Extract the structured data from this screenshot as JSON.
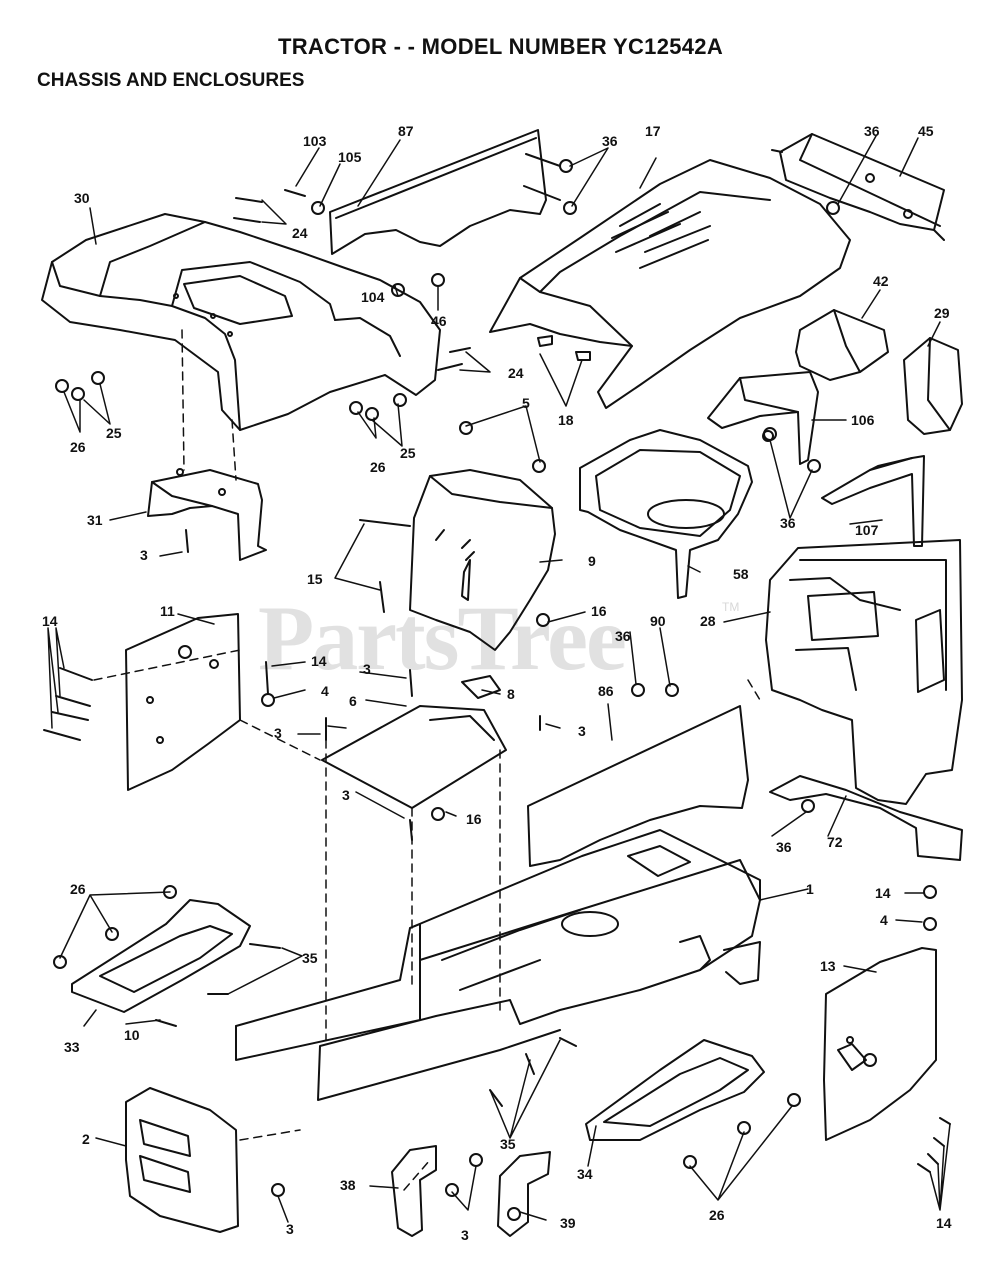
{
  "title": "TRACTOR - - MODEL NUMBER YC12542A",
  "subtitle": "CHASSIS AND ENCLOSURES",
  "watermark": "PartsTree",
  "watermark_tm": "TM",
  "callouts": [
    {
      "id": "c103",
      "text": "103"
    },
    {
      "id": "c87",
      "text": "87"
    },
    {
      "id": "c36a",
      "text": "36"
    },
    {
      "id": "c17",
      "text": "17"
    },
    {
      "id": "c36b",
      "text": "36"
    },
    {
      "id": "c45",
      "text": "45"
    },
    {
      "id": "c105",
      "text": "105"
    },
    {
      "id": "c30",
      "text": "30"
    },
    {
      "id": "c24a",
      "text": "24"
    },
    {
      "id": "c104",
      "text": "104"
    },
    {
      "id": "c46",
      "text": "46"
    },
    {
      "id": "c42",
      "text": "42"
    },
    {
      "id": "c29",
      "text": "29"
    },
    {
      "id": "c24b",
      "text": "24"
    },
    {
      "id": "c26a",
      "text": "26"
    },
    {
      "id": "c25a",
      "text": "25"
    },
    {
      "id": "c18",
      "text": "18"
    },
    {
      "id": "c5",
      "text": "5"
    },
    {
      "id": "c106",
      "text": "106"
    },
    {
      "id": "c26b",
      "text": "26"
    },
    {
      "id": "c25b",
      "text": "25"
    },
    {
      "id": "c31",
      "text": "31"
    },
    {
      "id": "c36c",
      "text": "36"
    },
    {
      "id": "c107",
      "text": "107"
    },
    {
      "id": "c3a",
      "text": "3"
    },
    {
      "id": "c9",
      "text": "9"
    },
    {
      "id": "c58",
      "text": "58"
    },
    {
      "id": "c15",
      "text": "15"
    },
    {
      "id": "c16a",
      "text": "16"
    },
    {
      "id": "c90",
      "text": "90"
    },
    {
      "id": "c28",
      "text": "28"
    },
    {
      "id": "c14a",
      "text": "14"
    },
    {
      "id": "c11",
      "text": "11"
    },
    {
      "id": "c36d",
      "text": "36"
    },
    {
      "id": "c14b",
      "text": "14"
    },
    {
      "id": "c3b",
      "text": "3"
    },
    {
      "id": "c4a",
      "text": "4"
    },
    {
      "id": "c8",
      "text": "8"
    },
    {
      "id": "c86",
      "text": "86"
    },
    {
      "id": "c6",
      "text": "6"
    },
    {
      "id": "c3c",
      "text": "3"
    },
    {
      "id": "c3d",
      "text": "3"
    },
    {
      "id": "c3e",
      "text": "3"
    },
    {
      "id": "c16b",
      "text": "16"
    },
    {
      "id": "c36e",
      "text": "36"
    },
    {
      "id": "c72",
      "text": "72"
    },
    {
      "id": "c1",
      "text": "1"
    },
    {
      "id": "c26c",
      "text": "26"
    },
    {
      "id": "c14c",
      "text": "14"
    },
    {
      "id": "c4b",
      "text": "4"
    },
    {
      "id": "c35a",
      "text": "35"
    },
    {
      "id": "c13",
      "text": "13"
    },
    {
      "id": "c33",
      "text": "33"
    },
    {
      "id": "c10",
      "text": "10"
    },
    {
      "id": "c2",
      "text": "2"
    },
    {
      "id": "c35b",
      "text": "35"
    },
    {
      "id": "c34",
      "text": "34"
    },
    {
      "id": "c38",
      "text": "38"
    },
    {
      "id": "c3f",
      "text": "3"
    },
    {
      "id": "c39",
      "text": "39"
    },
    {
      "id": "c3g",
      "text": "3"
    },
    {
      "id": "c26d",
      "text": "26"
    },
    {
      "id": "c14d",
      "text": "14"
    }
  ]
}
